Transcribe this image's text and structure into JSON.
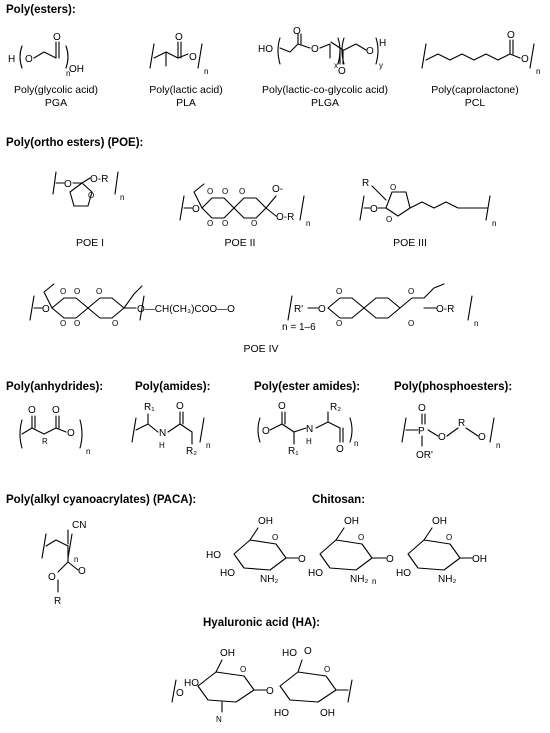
{
  "sections": {
    "esters": "Poly(esters):",
    "poe": "Poly(ortho esters) (POE):",
    "anhydrides": "Poly(anhydrides):",
    "amides": "Poly(amides):",
    "ester_amides": "Poly(ester amides):",
    "phosphoesters": "Poly(phosphoesters):",
    "paca": "Poly(alkyl cyanoacrylates) (PACA):",
    "chitosan": "Chitosan:",
    "ha": "Hyaluronic acid (HA):"
  },
  "esters": {
    "pga_name": "Poly(glycolic acid)",
    "pga_abbr": "PGA",
    "pla_name": "Poly(lactic acid)",
    "pla_abbr": "PLA",
    "plga_name": "Poly(lactic-co-glycolic acid)",
    "plga_abbr": "PLGA",
    "pcl_name": "Poly(caprolactone)",
    "pcl_abbr": "PCL"
  },
  "poe": {
    "i": "POE I",
    "ii": "POE II",
    "iii": "POE III",
    "iv": "POE IV"
  },
  "atoms": {
    "o": "O",
    "h": "H",
    "oh": "OH",
    "ho": "HO",
    "n": "n",
    "x": "x",
    "y": "y",
    "r": "R",
    "r_prime": "R'",
    "or": "O-R",
    "ome": "O-",
    "r1": "R₁",
    "r2": "R₂",
    "nh": "N",
    "nh2": "NH₂",
    "cn": "CN",
    "p": "P",
    "or_prime": "OR'",
    "poe4_chain": "O—CH(CH₃)COO—O",
    "poe4_range": "n = 1–6"
  }
}
